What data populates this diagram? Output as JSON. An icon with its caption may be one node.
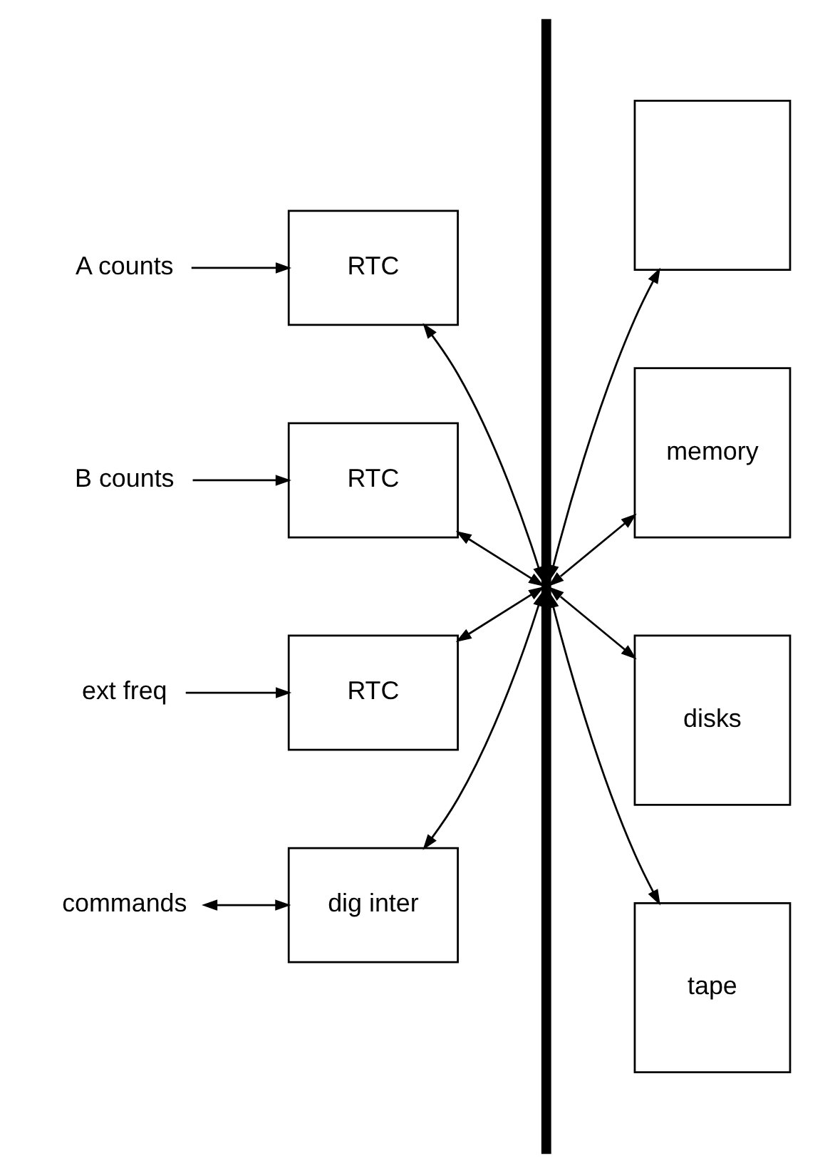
{
  "diagram": {
    "nodes": [
      {
        "text": [],
        "shape": "bar"
      },
      {
        "text": [
          "A counts"
        ]
      },
      {
        "text": [
          "RTC"
        ]
      },
      {
        "text": [
          "B counts"
        ]
      },
      {
        "text": [
          "RTC"
        ]
      },
      {
        "text": [
          "ext freq"
        ]
      },
      {
        "text": [
          "RTC"
        ]
      },
      {
        "text": [
          "commands"
        ]
      },
      {
        "text": [
          "dig inter"
        ]
      },
      {
        "text": [],
        "shape": "box"
      },
      {
        "text": [
          "memory"
        ]
      },
      {
        "text": [
          "disks"
        ]
      },
      {
        "text": [
          "tape"
        ]
      }
    ],
    "edges": [
      {
        "from": 1,
        "to": 2,
        "arrow": "to"
      },
      {
        "from": 2,
        "to": 0,
        "arrow": "both"
      },
      {
        "from": 3,
        "to": 4,
        "arrow": "to"
      },
      {
        "from": 4,
        "to": 0,
        "arrow": "both"
      },
      {
        "from": 5,
        "to": 6,
        "arrow": "to"
      },
      {
        "from": 6,
        "to": 0,
        "arrow": "both"
      },
      {
        "from": 7,
        "to": 8,
        "arrow": "both"
      },
      {
        "from": 8,
        "to": 0,
        "arrow": "both"
      },
      {
        "from": 0,
        "to": 9,
        "arrow": "both"
      },
      {
        "from": 0,
        "to": 10,
        "arrow": "both"
      },
      {
        "from": 0,
        "to": 11,
        "arrow": "both"
      },
      {
        "from": 0,
        "to": 12,
        "arrow": "both"
      }
    ]
  }
}
